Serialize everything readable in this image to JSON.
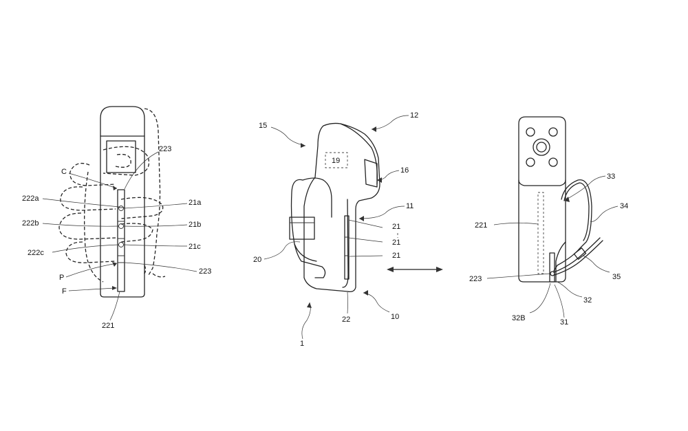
{
  "colors": {
    "ink": "#222222",
    "background": "#ffffff"
  },
  "left_figure": {
    "labels": {
      "c": "C",
      "l223_top": "223",
      "l222a": "222a",
      "l21a": "21a",
      "l222b": "222b",
      "l21b": "21b",
      "l222c": "222c",
      "l21c": "21c",
      "p": "P",
      "l223_bottom": "223",
      "f": "F",
      "l221": "221"
    }
  },
  "center_figure": {
    "labels": {
      "l15": "15",
      "l12": "12",
      "l19": "19",
      "l16": "16",
      "l11": "11",
      "l21_1": "21",
      "l21_2": "21",
      "l21_3": "21",
      "l20": "20",
      "l22": "22",
      "l10": "10",
      "l1": "1"
    }
  },
  "right_figure": {
    "labels": {
      "l33": "33",
      "l34": "34",
      "l221": "221",
      "l35": "35",
      "l223": "223",
      "l32": "32",
      "l32b": "32B",
      "l31": "31"
    }
  }
}
